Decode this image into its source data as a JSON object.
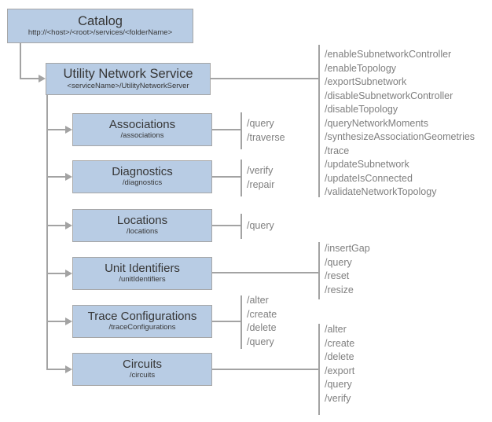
{
  "colors": {
    "box_fill": "#b8cce4",
    "box_border": "#a6a6a6",
    "connector": "#a3a3a3",
    "title_text": "#363636",
    "operation_text": "#7f7f7f",
    "background": "#ffffff"
  },
  "catalog": {
    "title": "Catalog",
    "subtitle": "http://<host>/<root>/services/<folderName>"
  },
  "service": {
    "title": "Utility Network Service",
    "subtitle": "<serviceName>/UtilityNetworkServer",
    "operations": [
      "/enableSubnetworkController",
      "/enableTopology",
      "/exportSubnetwork",
      "/disableSubnetworkController",
      "/disableTopology",
      "/queryNetworkMoments",
      "/synthesizeAssociationGeometries",
      "/trace",
      "/updateSubnetwork",
      "/updateIsConnected",
      "/validateNetworkTopology"
    ]
  },
  "resources": [
    {
      "title": "Associations",
      "subtitle": "/associations",
      "operations": [
        "/query",
        "/traverse"
      ]
    },
    {
      "title": "Diagnostics",
      "subtitle": "/diagnostics",
      "operations": [
        "/verify",
        "/repair"
      ]
    },
    {
      "title": "Locations",
      "subtitle": "/locations",
      "operations": [
        "/query"
      ]
    },
    {
      "title": "Unit Identifiers",
      "subtitle": "/unitIdentifiers",
      "operations": [
        "/insertGap",
        "/query",
        "/reset",
        "/resize"
      ]
    },
    {
      "title": "Trace Configurations",
      "subtitle": "/traceConfigurations",
      "operations": [
        "/alter",
        "/create",
        "/delete",
        "/query"
      ]
    },
    {
      "title": "Circuits",
      "subtitle": "/circuits",
      "operations": [
        "/alter",
        "/create",
        "/delete",
        "/export",
        "/query",
        "/verify"
      ]
    }
  ]
}
